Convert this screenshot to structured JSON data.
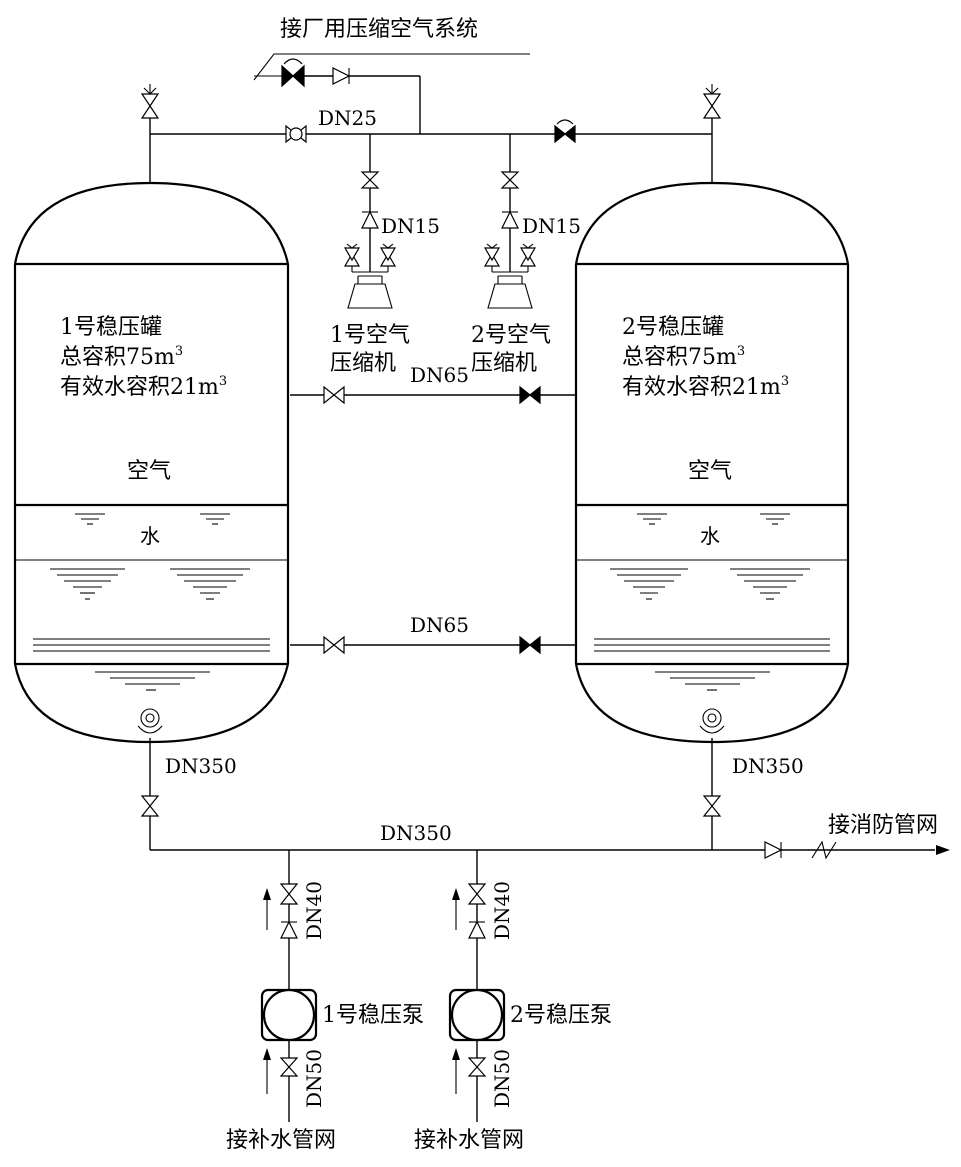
{
  "labels": {
    "compressed_air": "接厂用压缩空气系统",
    "dn25": "DN25",
    "dn15_left": "DN15",
    "dn15_right": "DN15",
    "dn65_top": "DN65",
    "dn65_bottom": "DN65",
    "dn350_left": "DN350",
    "dn350_right": "DN350",
    "dn350_main": "DN350",
    "fire_network": "接消防管网",
    "dn40_left": "DN40",
    "dn40_right": "DN40",
    "dn50_left": "DN50",
    "dn50_right": "DN50",
    "makeup_left": "接补水管网",
    "makeup_right": "接补水管网"
  },
  "tanks": [
    {
      "name": "1号稳压罐",
      "total_volume": "总容积75m",
      "effective_volume": "有效水容积21m",
      "superscript": "3",
      "air_label": "空气",
      "water_label": "水"
    },
    {
      "name": "2号稳压罐",
      "total_volume": "总容积75m",
      "effective_volume": "有效水容积21m",
      "superscript": "3",
      "air_label": "空气",
      "water_label": "水"
    }
  ],
  "compressors": [
    {
      "line1": "1号空气",
      "line2": "压缩机"
    },
    {
      "line1": "2号空气",
      "line2": "压缩机"
    }
  ],
  "pumps": [
    {
      "label": "1号稳压泵"
    },
    {
      "label": "2号稳压泵"
    }
  ]
}
